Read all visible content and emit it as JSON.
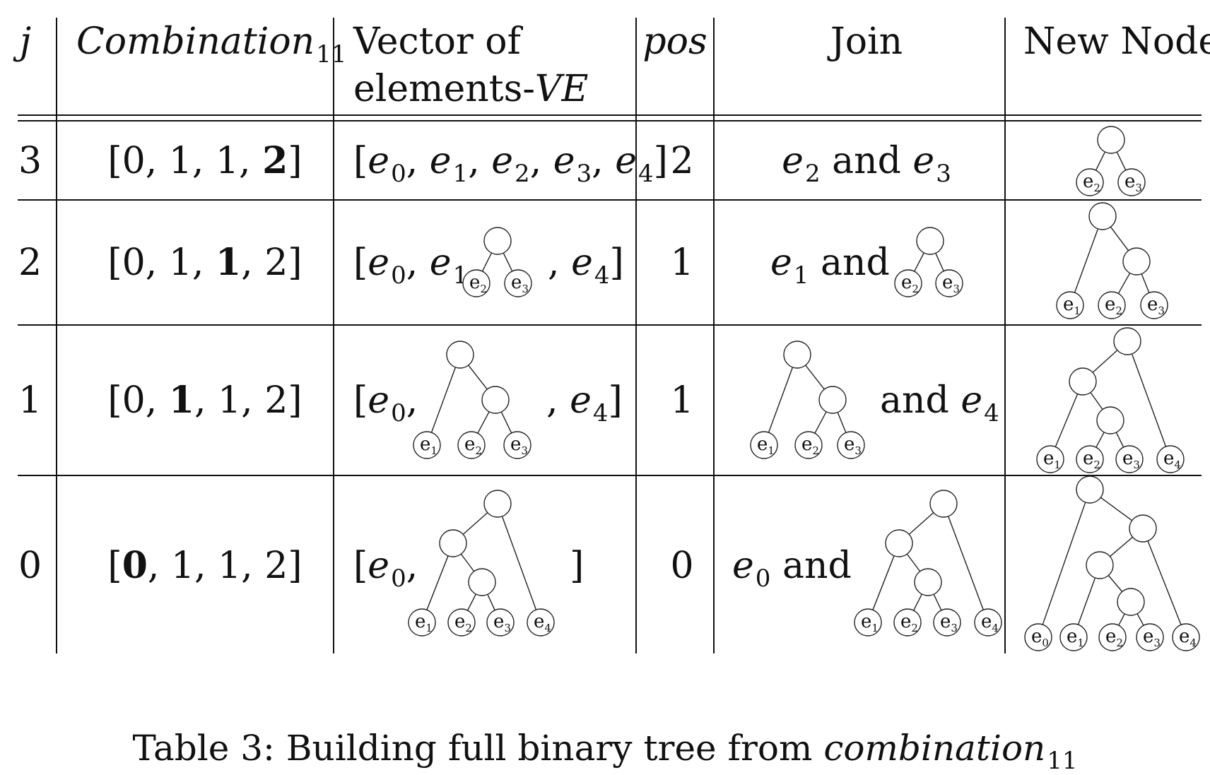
{
  "header": {
    "j": "j",
    "combination_base": "Combination",
    "combination_sub": "11",
    "ve_line1": "Vector of",
    "ve_line2_text": "elements-",
    "ve_line2_math": "VE",
    "pos": "pos",
    "join": "Join",
    "new_node": "New Node"
  },
  "rows": [
    {
      "j": "3",
      "combination": [
        "0",
        "1",
        "1",
        "2"
      ],
      "bold_index": 3,
      "ve_text": "[e0, e1, e2, e3, e4]",
      "pos": "2",
      "join": "e2 and e3"
    },
    {
      "j": "2",
      "combination": [
        "0",
        "1",
        "1",
        "2"
      ],
      "bold_index": 2,
      "ve_prefix": "[e0, e1,",
      "ve_suffix": ", e4]",
      "pos": "1",
      "join_prefix": "e1 and"
    },
    {
      "j": "1",
      "combination": [
        "0",
        "1",
        "1",
        "2"
      ],
      "bold_index": 1,
      "ve_prefix": "[e0,",
      "ve_suffix": ", e4]",
      "pos": "1",
      "join_suffix": "and e4"
    },
    {
      "j": "0",
      "combination": [
        "0",
        "1",
        "1",
        "2"
      ],
      "bold_index": 0,
      "ve_prefix": "[e0,",
      "ve_suffix": "]",
      "pos": "0",
      "join_prefix": "e0 and"
    }
  ],
  "node_labels": [
    "e0",
    "e1",
    "e2",
    "e3",
    "e4"
  ],
  "caption": {
    "prefix": "Table 3: Building full binary tree from ",
    "math": "combination",
    "sub": "11"
  }
}
